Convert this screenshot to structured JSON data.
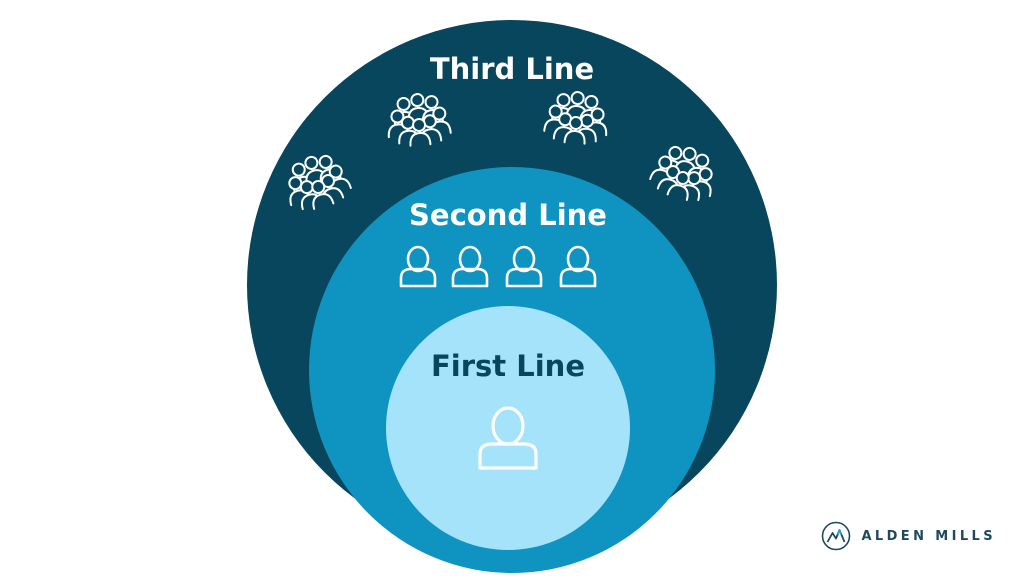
{
  "diagram": {
    "outer_label": "Third Line",
    "middle_label": "Second Line",
    "inner_label": "First Line",
    "colors": {
      "outer_fill": "#07465c",
      "middle_fill": "#0f93c1",
      "inner_fill": "#a4e3fa",
      "outer_label": "#ffffff",
      "middle_label": "#ffffff",
      "inner_label": "#07465c",
      "icon_stroke": "#ffffff"
    },
    "icons": {
      "third_line": [
        "people-group-icon",
        "people-group-icon",
        "people-group-icon",
        "people-group-icon"
      ],
      "second_line": [
        "person-icon",
        "person-icon",
        "person-icon",
        "person-icon"
      ],
      "first_line": [
        "person-icon"
      ]
    }
  },
  "brand": {
    "name": "ALDEN MILLS",
    "logo": "mountain-logo-icon"
  }
}
